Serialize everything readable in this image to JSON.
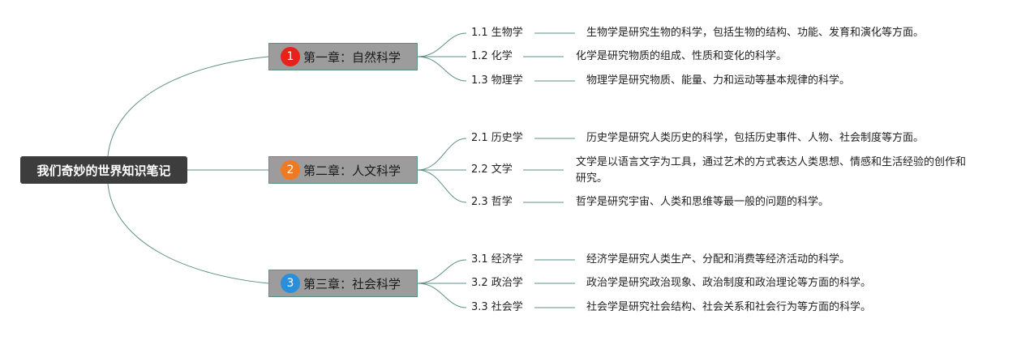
{
  "root": {
    "title": "我们奇妙的世界知识笔记"
  },
  "chapters": [
    {
      "number": "1",
      "title": "第一章：自然科学",
      "badge_color": "#e8221a",
      "topics": [
        {
          "label": "1.1 生物学",
          "text": "生物学是研究生物的科学，包括生物的结构、功能、发育和演化等方面。"
        },
        {
          "label": "1.2 化学",
          "text": "化学是研究物质的组成、性质和变化的科学。"
        },
        {
          "label": "1.3 物理学",
          "text": "物理学是研究物质、能量、力和运动等基本规律的科学。"
        }
      ]
    },
    {
      "number": "2",
      "title": "第二章：人文科学",
      "badge_color": "#f07a22",
      "topics": [
        {
          "label": "2.1 历史学",
          "text": "历史学是研究人类历史的科学，包括历史事件、人物、社会制度等方面。"
        },
        {
          "label": "2.2 文学",
          "text": "文学是以语言文字为工具，通过艺术的方式表达人类思想、情感和生活经验的创作和研究。"
        },
        {
          "label": "2.3 哲学",
          "text": "哲学是研究宇宙、人类和思维等最一般的问题的科学。"
        }
      ]
    },
    {
      "number": "3",
      "title": "第三章：社会科学",
      "badge_color": "#2a8fd8",
      "topics": [
        {
          "label": "3.1 经济学",
          "text": "经济学是研究人类生产、分配和消费等经济活动的科学。"
        },
        {
          "label": "3.2 政治学",
          "text": "政治学是研究政治现象、政治制度和政治理论等方面的科学。"
        },
        {
          "label": "3.3 社会学",
          "text": "社会学是研究社会结构、社会关系和社会行为等方面的科学。"
        }
      ]
    }
  ],
  "colors": {
    "connector": "#5e8f84",
    "root_bg": "#3d3d3d",
    "chapter_bg": "#9c9c9c"
  }
}
